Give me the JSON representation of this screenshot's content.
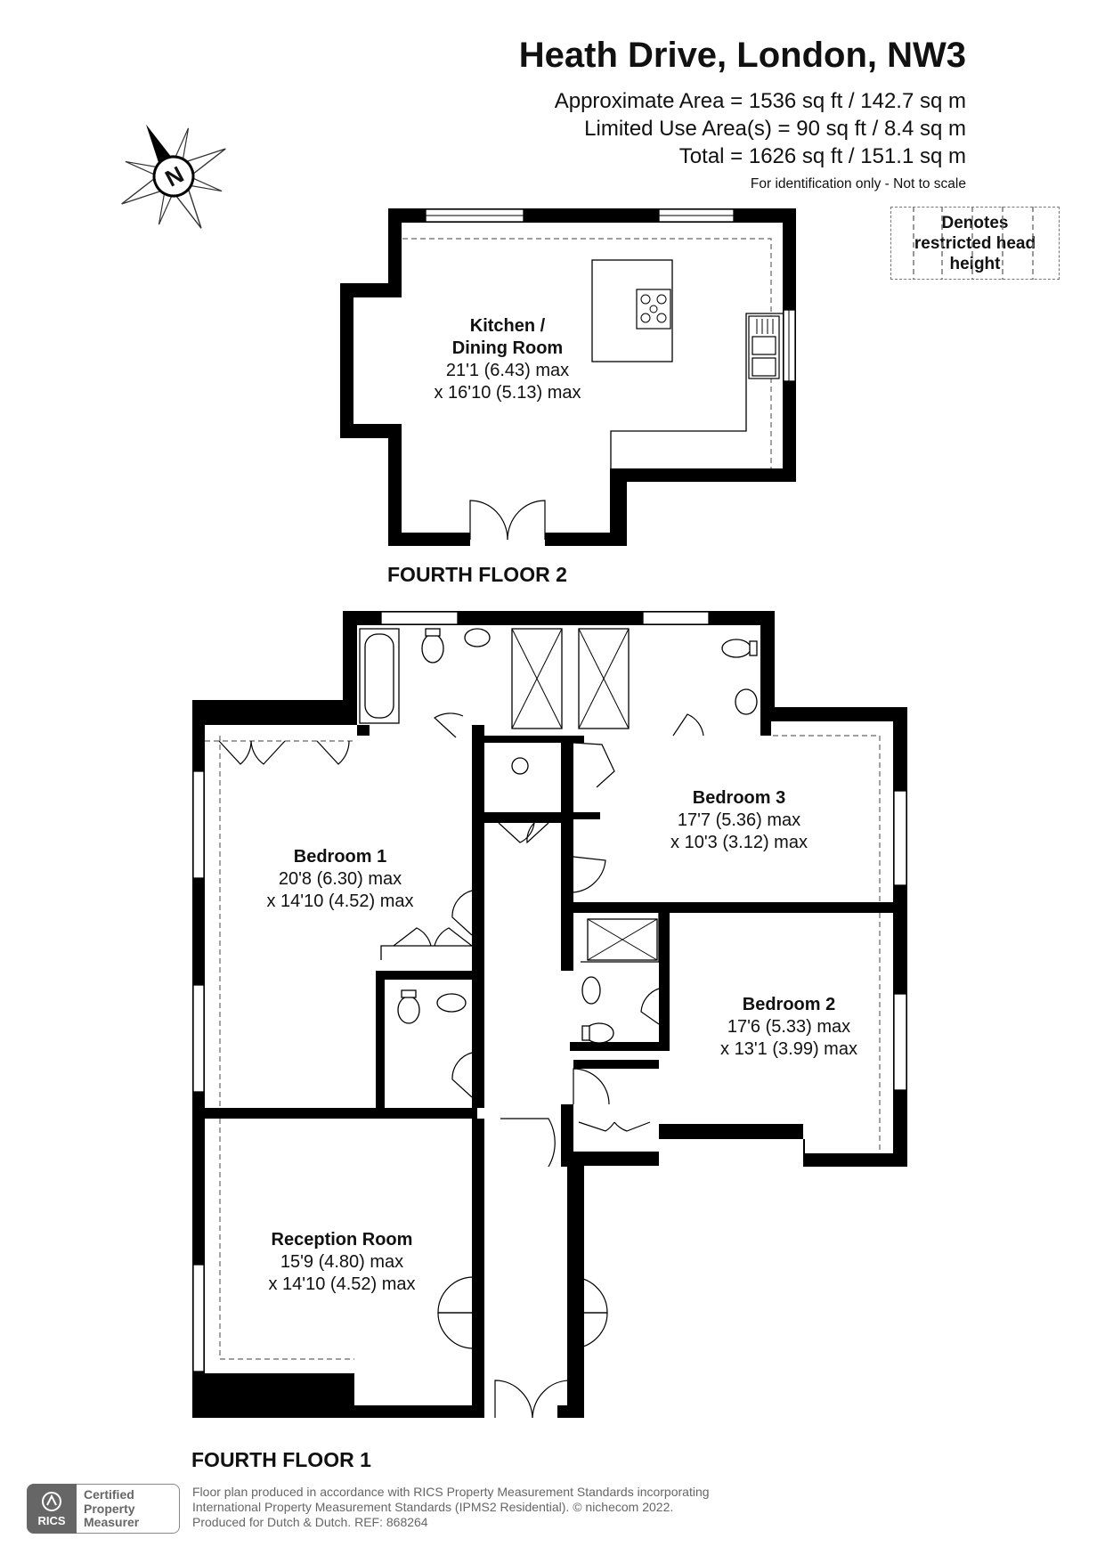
{
  "header": {
    "title": "Heath Drive, London, NW3",
    "area_lines": [
      "Approximate Area = 1536 sq ft / 142.7 sq m",
      "Limited Use Area(s) = 90 sq ft / 8.4 sq m",
      "Total = 1626 sq ft / 151.1 sq m"
    ],
    "identification_note": "For identification only - Not to scale"
  },
  "legend": {
    "text": "Denotes restricted head height"
  },
  "compass": {
    "letter": "N"
  },
  "floors": [
    {
      "label": "FOURTH FLOOR 2"
    },
    {
      "label": "FOURTH FLOOR 1"
    }
  ],
  "rooms": [
    {
      "name": "Kitchen /",
      "name2": "Dining Room",
      "dim1": "21'1 (6.43) max",
      "dim2": "x 16'10 (5.13) max"
    },
    {
      "name": "Bedroom 1",
      "dim1": "20'8 (6.30) max",
      "dim2": "x 14'10 (4.52) max"
    },
    {
      "name": "Bedroom 3",
      "dim1": "17'7 (5.36) max",
      "dim2": "x 10'3 (3.12) max"
    },
    {
      "name": "Bedroom 2",
      "dim1": "17'6 (5.33) max",
      "dim2": "x 13'1 (3.99) max"
    },
    {
      "name": "Reception Room",
      "dim1": "15'9 (4.80) max",
      "dim2": "x 14'10 (4.52) max"
    }
  ],
  "footer": {
    "lines": [
      "Floor plan produced in accordance with RICS Property Measurement Standards incorporating",
      "International Property Measurement Standards (IPMS2 Residential).   © nichecom 2022.",
      "Produced for Dutch & Dutch.   REF:  868264"
    ],
    "badge_logo": "RICS",
    "badge_text": "Certified\nProperty\nMeasurer"
  },
  "colors": {
    "wall": "#000000",
    "fixture": "#555555",
    "footer_grey": "#666666"
  }
}
